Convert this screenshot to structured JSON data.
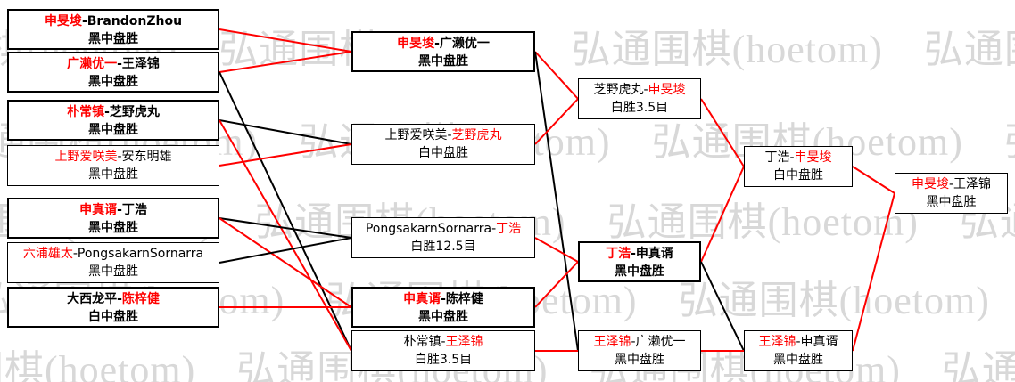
{
  "watermark": {
    "text": "弘通围棋(hoetom)",
    "color": "#d8d8d8"
  },
  "colors": {
    "winner_text": "#ff0000",
    "normal_text": "#000000",
    "win_line": "#ff0000",
    "lose_line": "#000000"
  },
  "bracket": {
    "separator": "-",
    "matches": [
      {
        "id": "r1m1",
        "round": 1,
        "p1": "申旻埈",
        "p2": "BrandonZhou",
        "winner": "p1",
        "result": "黑中盘胜",
        "bold": true
      },
      {
        "id": "r1m2",
        "round": 1,
        "p1": "广濑优一",
        "p2": "王泽锦",
        "winner": "p1",
        "result": "黑中盘胜",
        "bold": true
      },
      {
        "id": "r1m3",
        "round": 1,
        "p1": "朴常镇",
        "p2": "芝野虎丸",
        "winner": "p1",
        "result": "黑中盘胜",
        "bold": true
      },
      {
        "id": "r1m4",
        "round": 1,
        "p1": "上野爱咲美",
        "p2": "安东明雄",
        "winner": "p1",
        "result": "黑中盘胜",
        "bold": false
      },
      {
        "id": "r1m5",
        "round": 1,
        "p1": "申真谞",
        "p2": "丁浩",
        "winner": "p1",
        "result": "黑中盘胜",
        "bold": true
      },
      {
        "id": "r1m6",
        "round": 1,
        "p1": "六浦雄太",
        "p2": "PongsakarnSornarra",
        "winner": "p1",
        "result": "黑中盘胜",
        "bold": false
      },
      {
        "id": "r1m7",
        "round": 1,
        "p1": "大西龙平",
        "p2": "陈梓健",
        "winner": "p2",
        "result": "白中盘胜",
        "bold": true
      },
      {
        "id": "r2m1",
        "round": 2,
        "p1": "申旻埈",
        "p2": "广濑优一",
        "winner": "p1",
        "result": "黑中盘胜",
        "bold": true
      },
      {
        "id": "r2m2",
        "round": 2,
        "p1": "上野爱咲美",
        "p2": "芝野虎丸",
        "winner": "p2",
        "result": "白中盘胜",
        "bold": false
      },
      {
        "id": "r2m3",
        "round": 2,
        "p1": "PongsakarnSornarra",
        "p2": "丁浩",
        "winner": "p2",
        "result": "白胜12.5目",
        "bold": false
      },
      {
        "id": "r2m4",
        "round": 2,
        "p1": "申真谞",
        "p2": "陈梓健",
        "winner": "p1",
        "result": "黑中盘胜",
        "bold": true
      },
      {
        "id": "r2m5",
        "round": 2,
        "p1": "朴常镇",
        "p2": "王泽锦",
        "winner": "p2",
        "result": "白胜3.5目",
        "bold": false
      },
      {
        "id": "r3m1",
        "round": 3,
        "p1": "芝野虎丸",
        "p2": "申旻埈",
        "winner": "p2",
        "result": "白胜3.5目",
        "bold": false
      },
      {
        "id": "r3m2",
        "round": 3,
        "p1": "丁浩",
        "p2": "申真谞",
        "winner": "p1",
        "result": "黑中盘胜",
        "bold": true
      },
      {
        "id": "r3m3",
        "round": 3,
        "p1": "王泽锦",
        "p2": "广濑优一",
        "winner": "p1",
        "result": "黑中盘胜",
        "bold": false
      },
      {
        "id": "r4m1",
        "round": 4,
        "p1": "丁浩",
        "p2": "申旻埈",
        "winner": "p2",
        "result": "白中盘胜",
        "bold": false
      },
      {
        "id": "r4m2",
        "round": 4,
        "p1": "王泽锦",
        "p2": "申真谞",
        "winner": "p1",
        "result": "黑中盘胜",
        "bold": false
      },
      {
        "id": "f1",
        "round": 5,
        "p1": "申旻埈",
        "p2": "王泽锦",
        "winner": "p1",
        "result": "黑中盘胜",
        "bold": false
      }
    ],
    "connections": [
      {
        "from": "r1m1",
        "to": "r2m1",
        "color": "win"
      },
      {
        "from": "r1m2",
        "to": "r2m1",
        "color": "win"
      },
      {
        "from": "r1m2",
        "to": "r2m5",
        "color": "lose"
      },
      {
        "from": "r1m3",
        "to": "r2m2",
        "color": "lose"
      },
      {
        "from": "r1m3",
        "to": "r2m5",
        "color": "win"
      },
      {
        "from": "r1m4",
        "to": "r2m2",
        "color": "win"
      },
      {
        "from": "r1m5",
        "to": "r2m3",
        "color": "lose"
      },
      {
        "from": "r1m5",
        "to": "r2m4",
        "color": "win"
      },
      {
        "from": "r1m6",
        "to": "r2m3",
        "color": "lose"
      },
      {
        "from": "r1m7",
        "to": "r2m4",
        "color": "win"
      },
      {
        "from": "r2m1",
        "to": "r3m1",
        "color": "win"
      },
      {
        "from": "r2m1",
        "to": "r3m3",
        "color": "lose"
      },
      {
        "from": "r2m2",
        "to": "r3m1",
        "color": "win"
      },
      {
        "from": "r2m3",
        "to": "r3m2",
        "color": "win"
      },
      {
        "from": "r2m4",
        "to": "r3m2",
        "color": "win"
      },
      {
        "from": "r2m5",
        "to": "r3m3",
        "color": "win"
      },
      {
        "from": "r3m1",
        "to": "r4m1",
        "color": "win"
      },
      {
        "from": "r3m2",
        "to": "r4m1",
        "color": "win"
      },
      {
        "from": "r3m2",
        "to": "r4m2",
        "color": "lose"
      },
      {
        "from": "r3m3",
        "to": "r4m2",
        "color": "win"
      },
      {
        "from": "r4m1",
        "to": "f1",
        "color": "win"
      },
      {
        "from": "r4m2",
        "to": "f1",
        "color": "win"
      }
    ]
  }
}
